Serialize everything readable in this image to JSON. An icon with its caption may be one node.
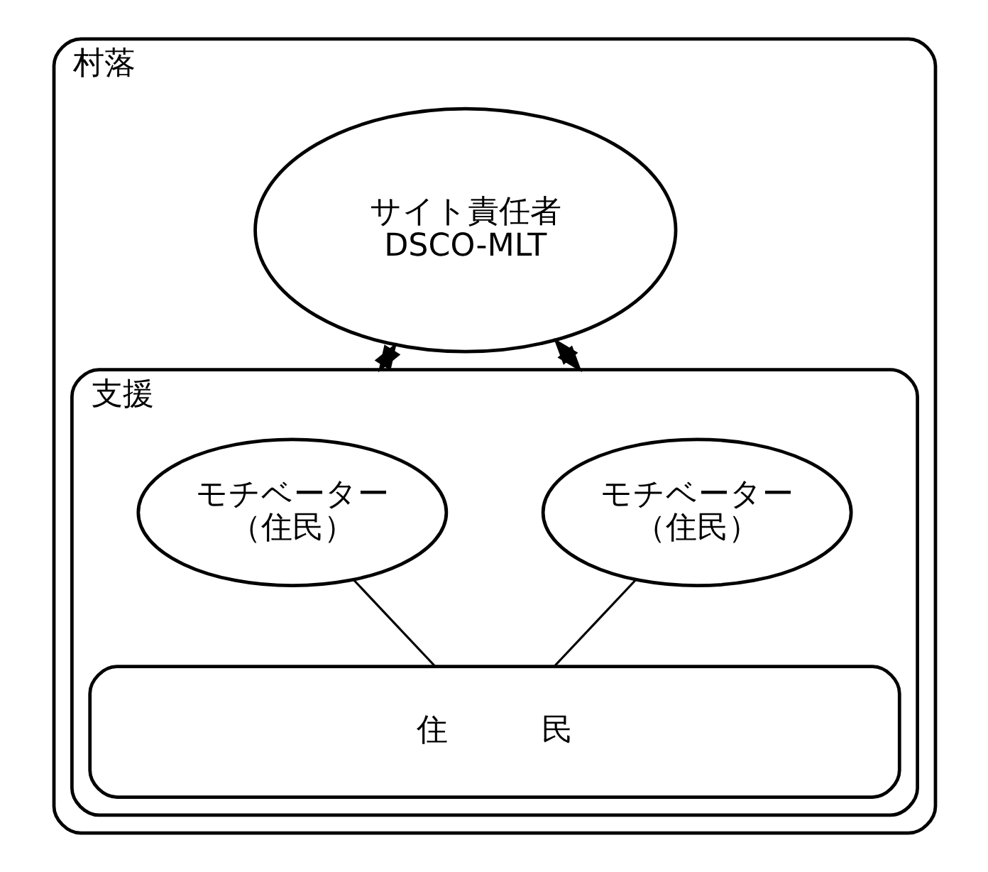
{
  "diagram": {
    "nodes": [
      {
        "text": [
          "村落"
        ]
      },
      {
        "text": [
          "サイト責任者",
          "DSCO-MLT"
        ],
        "in": 0
      },
      {
        "text": [
          "支援"
        ],
        "in": 0
      },
      {
        "text": [
          "モチベーター",
          "（住民）"
        ],
        "in": 2
      },
      {
        "text": [
          "モチベーター",
          "（住民）"
        ],
        "in": 2
      },
      {
        "text": [
          "住　　　民"
        ],
        "in": 2
      }
    ],
    "edges": [
      {
        "from": 1,
        "to": 2,
        "arrow": "both"
      },
      {
        "from": 1,
        "to": 2,
        "arrow": "both"
      },
      {
        "from": 3,
        "to": 5,
        "arrow": "none"
      },
      {
        "from": 4,
        "to": 5,
        "arrow": "none"
      }
    ]
  }
}
